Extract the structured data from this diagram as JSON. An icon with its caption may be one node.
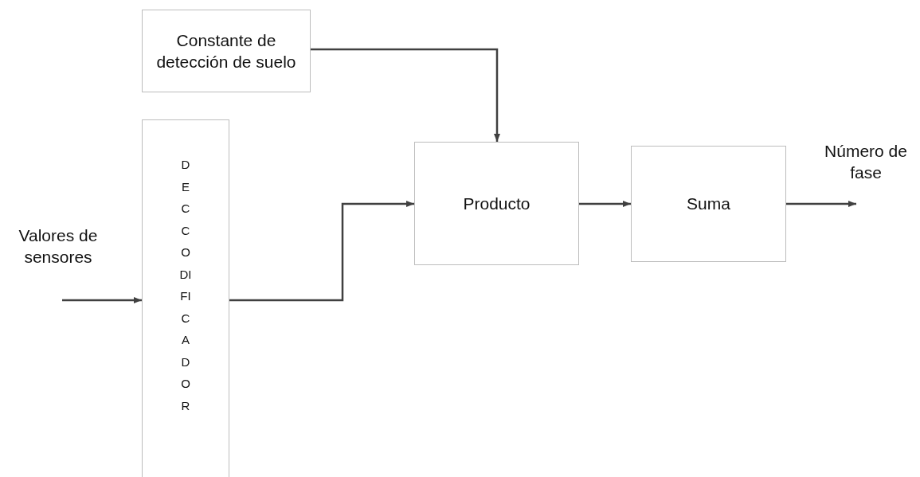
{
  "diagram": {
    "nodes": [
      {
        "text": [
          "Constante de detección de suelo"
        ]
      },
      {
        "text": [
          "DECCODIFICADOR"
        ]
      },
      {
        "text": [
          "Producto"
        ]
      },
      {
        "text": [
          "Suma"
        ]
      }
    ],
    "edges": [
      {
        "from": null,
        "to": 1,
        "arrow": "to"
      },
      {
        "from": 0,
        "to": 2,
        "arrow": "to"
      },
      {
        "from": 1,
        "to": 2,
        "arrow": "to"
      },
      {
        "from": 2,
        "to": 3,
        "arrow": "to"
      },
      {
        "from": 3,
        "to": null,
        "arrow": "to"
      }
    ],
    "labels": [
      "Valores de sensores",
      "Número de fase"
    ]
  }
}
